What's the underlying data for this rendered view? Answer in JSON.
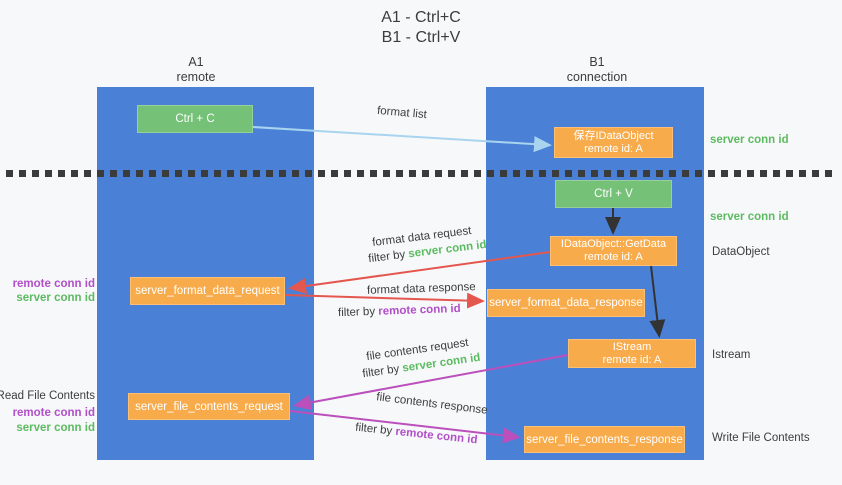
{
  "title": {
    "line1": "A1 - Ctrl+C",
    "line2": "B1 - Ctrl+V"
  },
  "columns": {
    "left": {
      "header_line1": "A1",
      "header_line2": "remote"
    },
    "right": {
      "header_line1": "B1",
      "header_line2": "connection"
    }
  },
  "boxes": {
    "ctrl_c": "Ctrl + C",
    "ctrl_v": "Ctrl + V",
    "save_idataobject": {
      "line1": "保存IDataObject",
      "line2": "remote id: A"
    },
    "getdata": {
      "line1": "IDataObject::GetData",
      "line2": "remote id: A"
    },
    "istream": {
      "line1": "IStream",
      "line2": "remote id: A"
    },
    "format_request": "server_format_data_request",
    "format_response": "server_format_data_response",
    "file_request": "server_file_contents_request",
    "file_response": "server_file_contents_response"
  },
  "arrow_labels": {
    "format_list": "format list",
    "format_data_request": "format data request",
    "format_data_response": "format data response",
    "file_contents_request": "file contents request",
    "file_contents_response": "file contents response",
    "filter_by": "filter by",
    "server_conn_id": "server conn id",
    "remote_conn_id": "remote conn id"
  },
  "side_labels": {
    "server_conn_id": "server conn id",
    "remote_conn_id": "remote conn id",
    "dataobject": "DataObject",
    "istream": "Istream",
    "read_file_contents": "Read File Contents",
    "write_file_contents": "Write File Contents"
  },
  "colors": {
    "column_blue": "#4a81d6",
    "box_green": "#74c177",
    "box_orange": "#f8ab4b",
    "arrow_light_blue": "#a9d4ef",
    "arrow_red": "#e4574e",
    "arrow_magenta": "#bb4fbb",
    "arrow_black": "#333333",
    "label_green": "#5cbb60",
    "label_purple": "#b14fc8",
    "text_dark": "#3d3d3d",
    "background": "#f7f8fa"
  }
}
